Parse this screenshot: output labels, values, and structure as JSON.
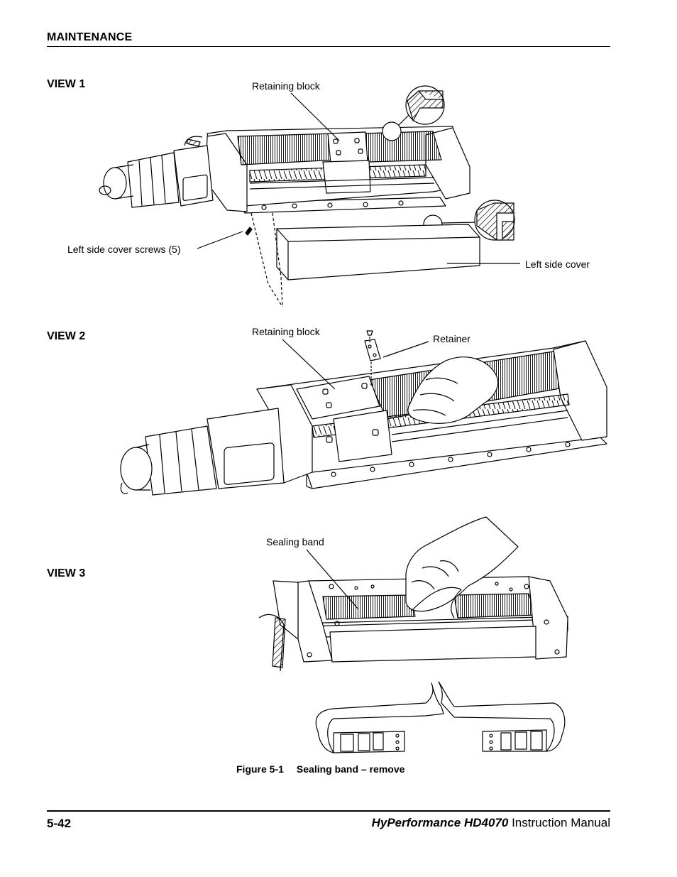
{
  "header": {
    "section": "MAINTENANCE"
  },
  "views": {
    "view1": {
      "title": "VIEW 1",
      "labels": {
        "retaining_block": "Retaining block",
        "left_side_cover_screws": "Left side cover screws (5)",
        "left_side_cover": "Left side cover"
      }
    },
    "view2": {
      "title": "VIEW 2",
      "labels": {
        "retaining_block": "Retaining block",
        "retainer": "Retainer"
      }
    },
    "view3": {
      "title": "VIEW 3",
      "labels": {
        "sealing_band": "Sealing band"
      }
    }
  },
  "figure": {
    "number": "Figure 5-1",
    "title": "Sealing band – remove"
  },
  "footer": {
    "page_number": "5-42",
    "product": "HyPerformance HD4070",
    "manual": " Instruction Manual"
  }
}
